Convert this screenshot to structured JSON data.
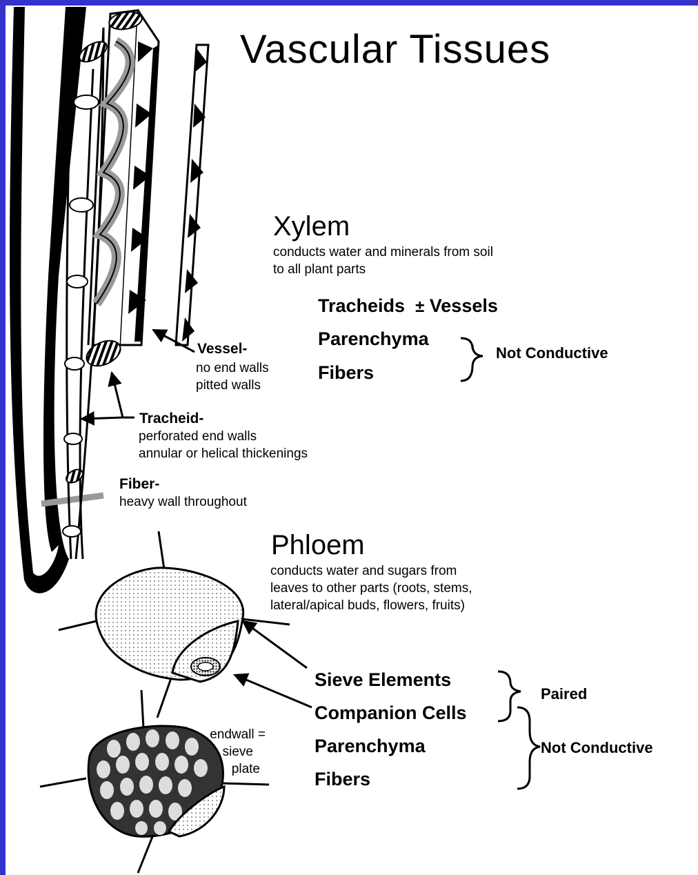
{
  "title": "Vascular Tissues",
  "colors": {
    "frame": "#3333cc",
    "background": "#ffffff",
    "ink": "#000000",
    "vessel_shading": "#999999"
  },
  "xylem": {
    "heading": "Xylem",
    "description": [
      "conducts water and minerals from soil",
      "to all plant parts"
    ],
    "items": [
      "Tracheids",
      "±",
      "Vessels",
      "Parenchyma",
      "Fibers"
    ],
    "note": "Not Conductive"
  },
  "cells": {
    "vessel": {
      "label": "Vessel-",
      "desc": [
        "no end walls",
        "pitted walls"
      ]
    },
    "tracheid": {
      "label": "Tracheid-",
      "desc": [
        "perforated end walls",
        "annular or helical thickenings"
      ]
    },
    "fiber": {
      "label": "Fiber-",
      "desc": [
        "heavy wall throughout"
      ]
    }
  },
  "phloem": {
    "heading": "Phloem",
    "description": [
      "conducts water and sugars from",
      "leaves to other parts (roots, stems,",
      "lateral/apical buds, flowers, fruits)"
    ],
    "items": [
      "Sieve Elements",
      "Companion Cells",
      "Parenchyma",
      "Fibers"
    ],
    "paired_note": "Paired",
    "note": "Not Conductive",
    "endwall_label": [
      "endwall =",
      "sieve",
      "plate"
    ]
  }
}
